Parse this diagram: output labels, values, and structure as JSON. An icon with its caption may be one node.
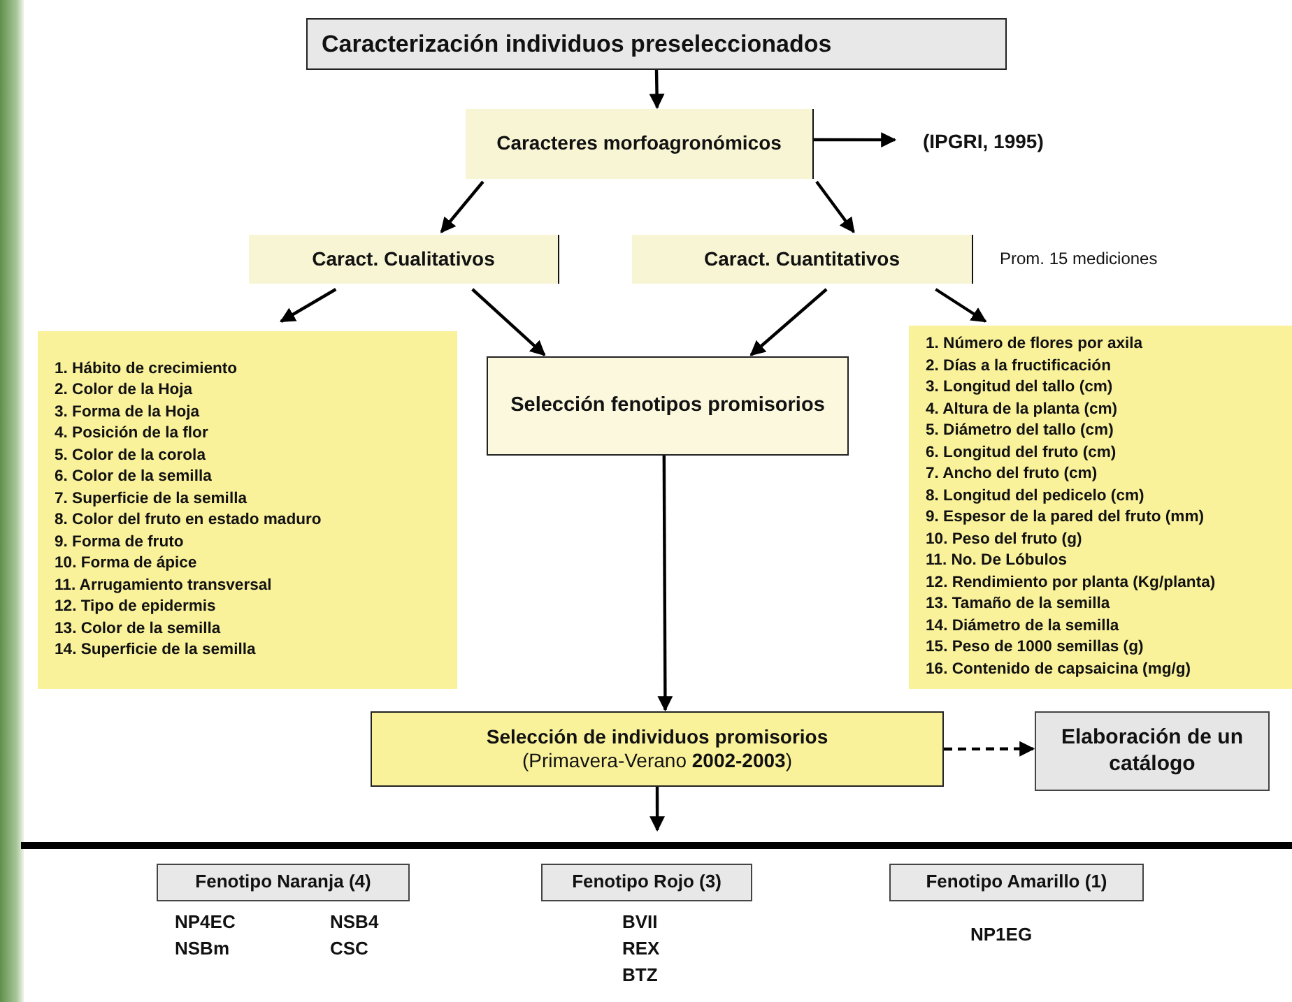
{
  "diagram": {
    "nodes": [
      {
        "text": [
          "Caracterización individuos preseleccionados"
        ]
      },
      {
        "text": [
          "Caracteres morfoagronómicos"
        ]
      },
      {
        "text": [
          "(IPGRI, 1995)"
        ]
      },
      {
        "text": [
          "Caract. Cualitativos"
        ]
      },
      {
        "text": [
          "Caract. Cuantitativos"
        ],
        "beside": [
          "Prom. 15 mediciones"
        ]
      },
      {
        "text": [
          "1. Hábito de crecimiento",
          "2. Color de la Hoja",
          "3. Forma de la Hoja",
          "4. Posición de la flor",
          "5. Color de la corola",
          "6. Color de la semilla",
          "7. Superficie de la semilla",
          "8. Color del fruto en estado maduro",
          "9. Forma de fruto",
          "10. Forma de ápice",
          "11. Arrugamiento transversal",
          "12. Tipo de epidermis",
          "13. Color de la semilla",
          "14. Superficie de la semilla"
        ]
      },
      {
        "text": [
          "Selección fenotipos promisorios"
        ]
      },
      {
        "text": [
          "1. Número de flores por axila",
          "2. Días a la fructificación",
          "3. Longitud del tallo (cm)",
          "4. Altura de la planta (cm)",
          "5. Diámetro del tallo (cm)",
          "6. Longitud del fruto (cm)",
          "7. Ancho del fruto (cm)",
          "8. Longitud del pedicelo (cm)",
          "9. Espesor de la pared del fruto (mm)",
          "10. Peso del fruto (g)",
          "11. No. De Lóbulos",
          "12. Rendimiento por planta (Kg/planta)",
          "13. Tamaño de la semilla",
          "14. Diámetro de la semilla",
          "15. Peso de 1000 semillas (g)",
          "16. Contenido de capsaicina (mg/g)"
        ]
      },
      {
        "text": [
          "Selección de individuos promisorios",
          "(Primavera-Verano **2002-2003**)"
        ]
      },
      {
        "text": [
          "Elaboración de un catálogo"
        ]
      },
      {
        "text": [
          "Fenotipo Naranja (4)"
        ],
        "beside": [
          "NP4EC",
          "NSB4",
          "NSBm",
          "CSC"
        ]
      },
      {
        "text": [
          "Fenotipo Rojo (3)"
        ],
        "beside": [
          "BVII",
          "REX",
          "BTZ"
        ]
      },
      {
        "text": [
          "Fenotipo Amarillo (1)"
        ],
        "beside": [
          "NP1EG"
        ]
      }
    ],
    "edges": [
      {
        "from": 0,
        "to": 1,
        "arrow": "to"
      },
      {
        "from": 1,
        "to": 2,
        "arrow": "to"
      },
      {
        "from": 1,
        "to": 3,
        "arrow": "to"
      },
      {
        "from": 1,
        "to": 4,
        "arrow": "to"
      },
      {
        "from": 3,
        "to": 5,
        "arrow": "to"
      },
      {
        "from": 3,
        "to": 6,
        "arrow": "to"
      },
      {
        "from": 4,
        "to": 6,
        "arrow": "to"
      },
      {
        "from": 4,
        "to": 7,
        "arrow": "to"
      },
      {
        "from": 6,
        "to": 8,
        "arrow": "to"
      },
      {
        "from": 8,
        "to": 9,
        "arrow": "to",
        "style": "dashed"
      },
      {
        "from": 8,
        "to": 11,
        "arrow": "to"
      }
    ]
  }
}
